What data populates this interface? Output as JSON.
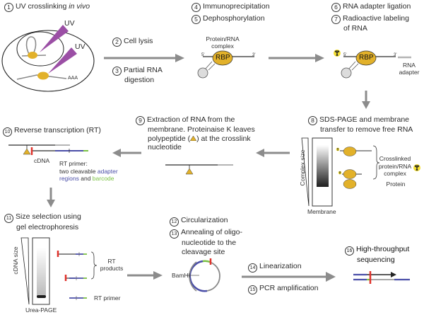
{
  "steps": [
    {
      "num": "1",
      "label": "UV crosslinking",
      "label_italic": "in vivo"
    },
    {
      "num": "2",
      "label": "Cell lysis"
    },
    {
      "num": "3",
      "label_line1": "Partial RNA",
      "label_line2": "digestion"
    },
    {
      "num": "4",
      "label": "Immunoprecipitation"
    },
    {
      "num": "5",
      "label": "Dephosphorylation"
    },
    {
      "num": "6",
      "label": "RNA adapter ligation"
    },
    {
      "num": "7",
      "label_line1": "Radioactive labeling",
      "label_line2": "of RNA"
    },
    {
      "num": "8",
      "label_line1": "SDS-PAGE and membrane",
      "label_line2": "transfer to remove free RNA"
    },
    {
      "num": "9",
      "label_line1": "Extraction of RNA from the",
      "label_line2": "membrane. Proteinaise K leaves",
      "label_line3a": "polypeptide (",
      "label_line3b": ") at the crosslink",
      "label_line4": "nucleotide"
    },
    {
      "num": "10",
      "label": "Reverse transcription (RT)"
    },
    {
      "num": "11",
      "label_line1": "Size selection using",
      "label_line2": "gel electrophoresis"
    },
    {
      "num": "12",
      "label": "Circularization"
    },
    {
      "num": "13",
      "label_line1": "Annealing of oligo-",
      "label_line2": "nucleotide to the",
      "label_line3": "cleavage site"
    },
    {
      "num": "14",
      "label": "Linearization"
    },
    {
      "num": "15",
      "label": "PCR amplification"
    },
    {
      "num": "16",
      "label_line1": "High-throughput",
      "label_line2": "sequencing"
    }
  ],
  "annotations": {
    "uv": "UV",
    "polya": "AAA",
    "complex_line1": "Protein/RNA",
    "complex_line2": "complex",
    "rbp": "RBP",
    "five_prime": "5'",
    "three_prime": "3'",
    "rna_adapter_line1": "RNA",
    "rna_adapter_line2": "adapter",
    "complex_size": "Complex size",
    "membrane": "Membrane",
    "crosslinked_line1": "Crosslinked",
    "crosslinked_line2": "protein/RNA",
    "crosslinked_line3": "complex",
    "protein": "Protein",
    "cdna": "cDNA",
    "rt_primer_line1": "RT primer:",
    "rt_primer_line2a": "two cleavable ",
    "rt_primer_line2b": "adapter",
    "rt_primer_line3a": "regions",
    "rt_primer_line3b": " and ",
    "rt_primer_line3c": "barcode",
    "cdna_size": "cDNA size",
    "urea_page": "Urea-PAGE",
    "rt_products_line1": "RT",
    "rt_products_line2": "products",
    "rt_primer": "RT primer",
    "bamhi": "BamHI"
  },
  "colors": {
    "uv_beam": "#9b4fa5",
    "protein": "#e2b12a",
    "rna_dark": "#7a7a7a",
    "rna_light": "#b4b4b4",
    "adapter_blue": "#4b4fa8",
    "barcode_green": "#7ac143",
    "cleavage_red": "#e0322b",
    "arrow_gray": "#8c8c8c"
  }
}
